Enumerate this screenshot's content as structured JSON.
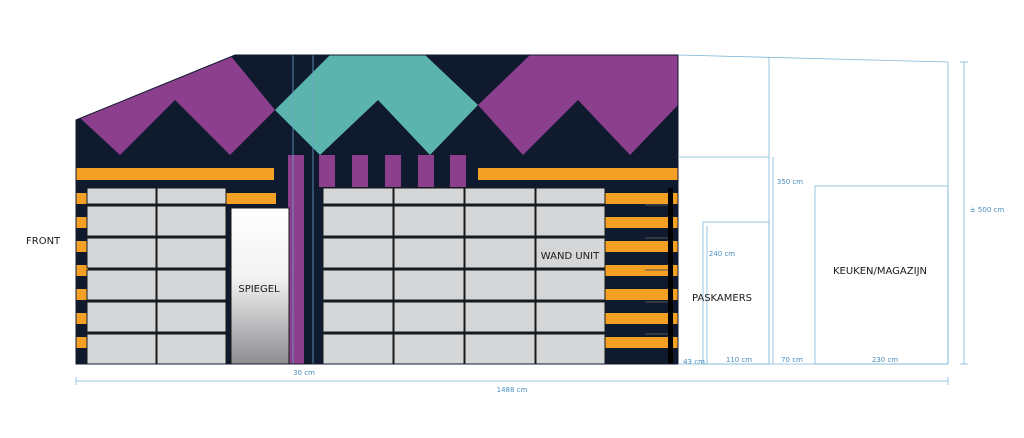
{
  "labels": {
    "front": "FRONT",
    "spiegel": "SPIEGEL",
    "wand_unit": "WAND UNIT",
    "paskamers": "PASKAMERS",
    "keuken": "KEUKEN/MAGAZIJN"
  },
  "dimensions": {
    "d30": "30 cm",
    "total": "1488 cm",
    "height500": "± 500 cm",
    "h350": "350 cm",
    "h240": "240 cm",
    "w43": "43 cm",
    "w110": "110 cm",
    "w70": "70 cm",
    "w230": "230 cm"
  },
  "colors": {
    "wall": "#0f1a2e",
    "purple": "#8b3f8d",
    "teal": "#5cb5ad",
    "orange": "#f4a024",
    "panel": "#d5d6d8",
    "dimension_line": "#7fb8d8",
    "dimension_text": "#4a8fc0"
  }
}
